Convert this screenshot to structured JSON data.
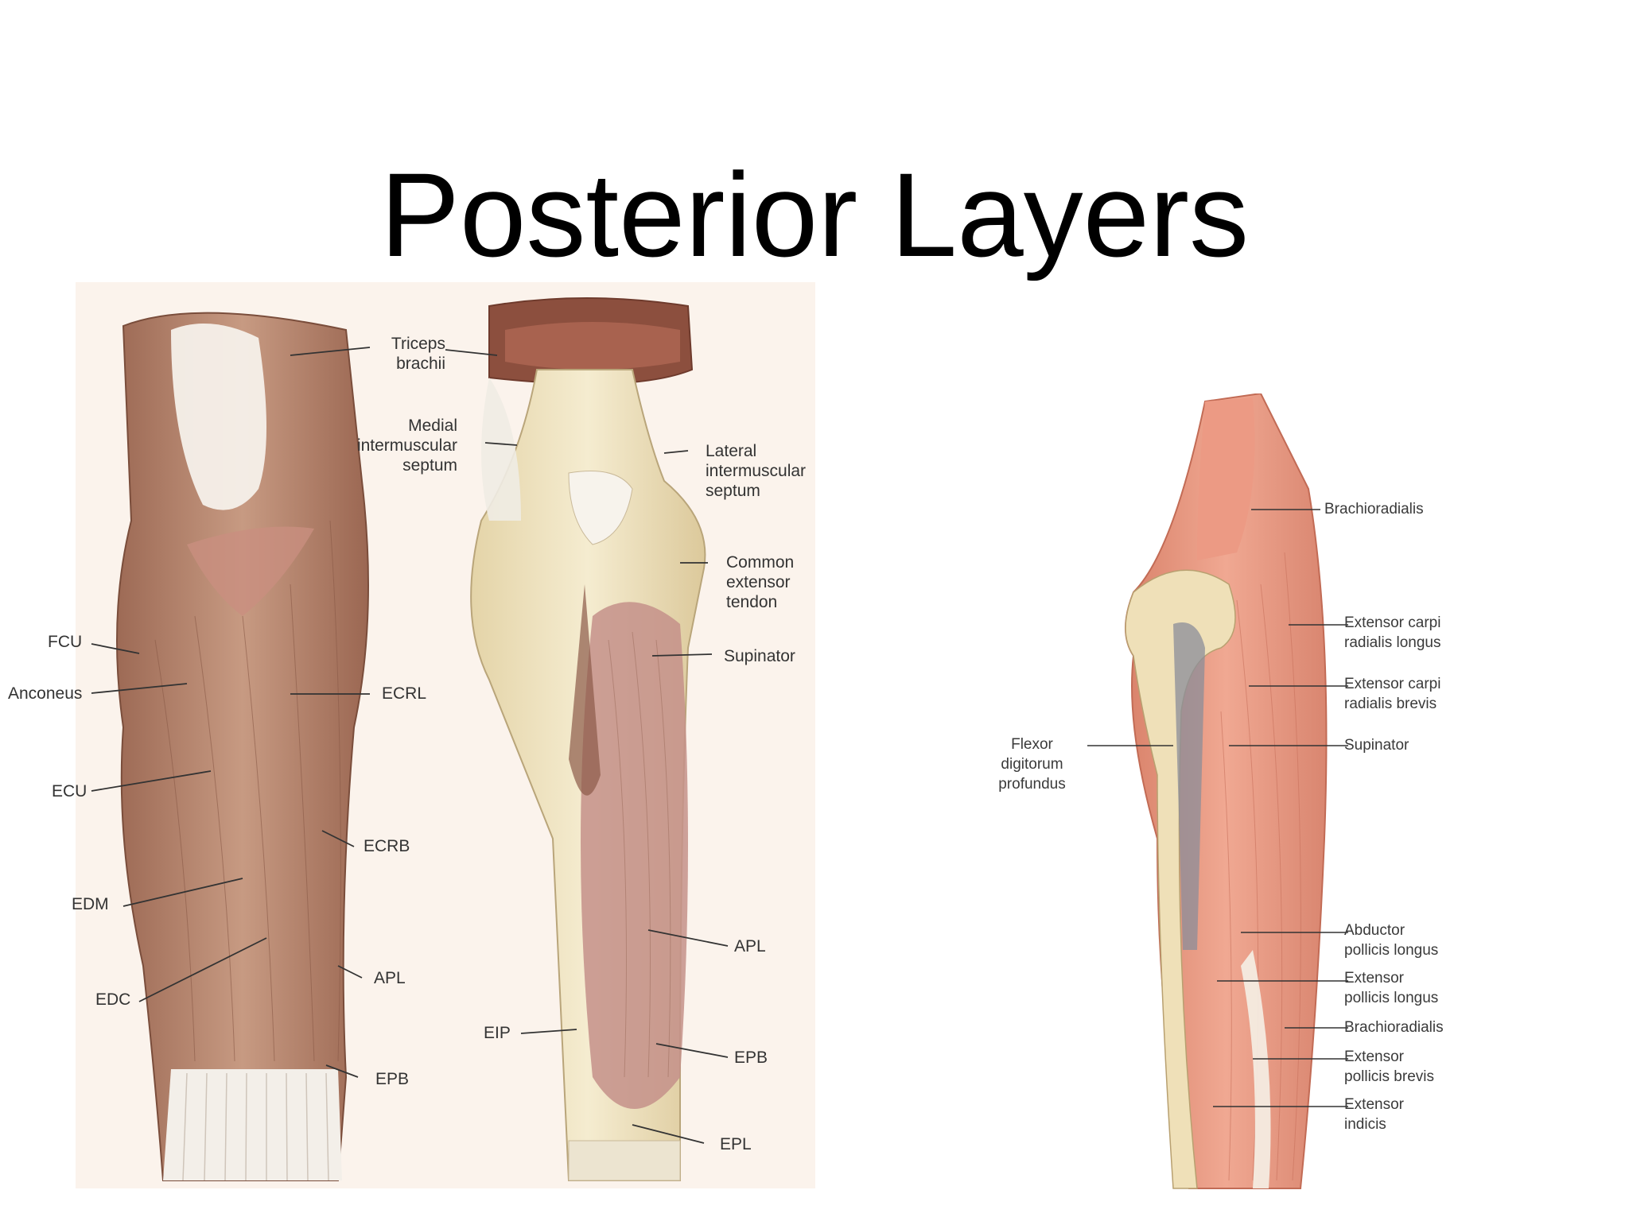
{
  "title": "Posterior Layers",
  "left_figure": {
    "labels": {
      "triceps": "Triceps\nbrachii",
      "medial_septum": "Medial\nintermuscular\nseptum",
      "lateral_septum": "Lateral\nintermuscular\nseptum",
      "common_extensor": "Common\nextensor\ntendon",
      "supinator": "Supinator",
      "fcu": "FCU",
      "anconeus": "Anconeus",
      "ecrl": "ECRL",
      "ecu": "ECU",
      "ecrb": "ECRB",
      "edm": "EDM",
      "edc": "EDC",
      "apl_left": "APL",
      "epb_left": "EPB",
      "apl_mid": "APL",
      "eip": "EIP",
      "epb_mid": "EPB",
      "epl": "EPL"
    }
  },
  "right_figure": {
    "labels": {
      "brachioradialis_top": "Brachioradialis",
      "ecrl": "Extensor carpi\nradialis longus",
      "ecrb": "Extensor carpi\nradialis brevis",
      "supinator": "Supinator",
      "fdp": "Flexor\ndigitorum\nprofundus",
      "apl": "Abductor\npollicis longus",
      "epl": "Extensor\npollicis longus",
      "brachioradialis_bottom": "Brachioradialis",
      "epb": "Extensor\npollicis brevis",
      "ei": "Extensor\nindicis"
    }
  },
  "colors": {
    "muscle": "#b98a73",
    "muscle_dark": "#8f5f4c",
    "bone": "#efe3bd",
    "tendon": "#f4f1ec",
    "muscle_right": "#e59a82",
    "background_left": "#fbf3ec"
  }
}
